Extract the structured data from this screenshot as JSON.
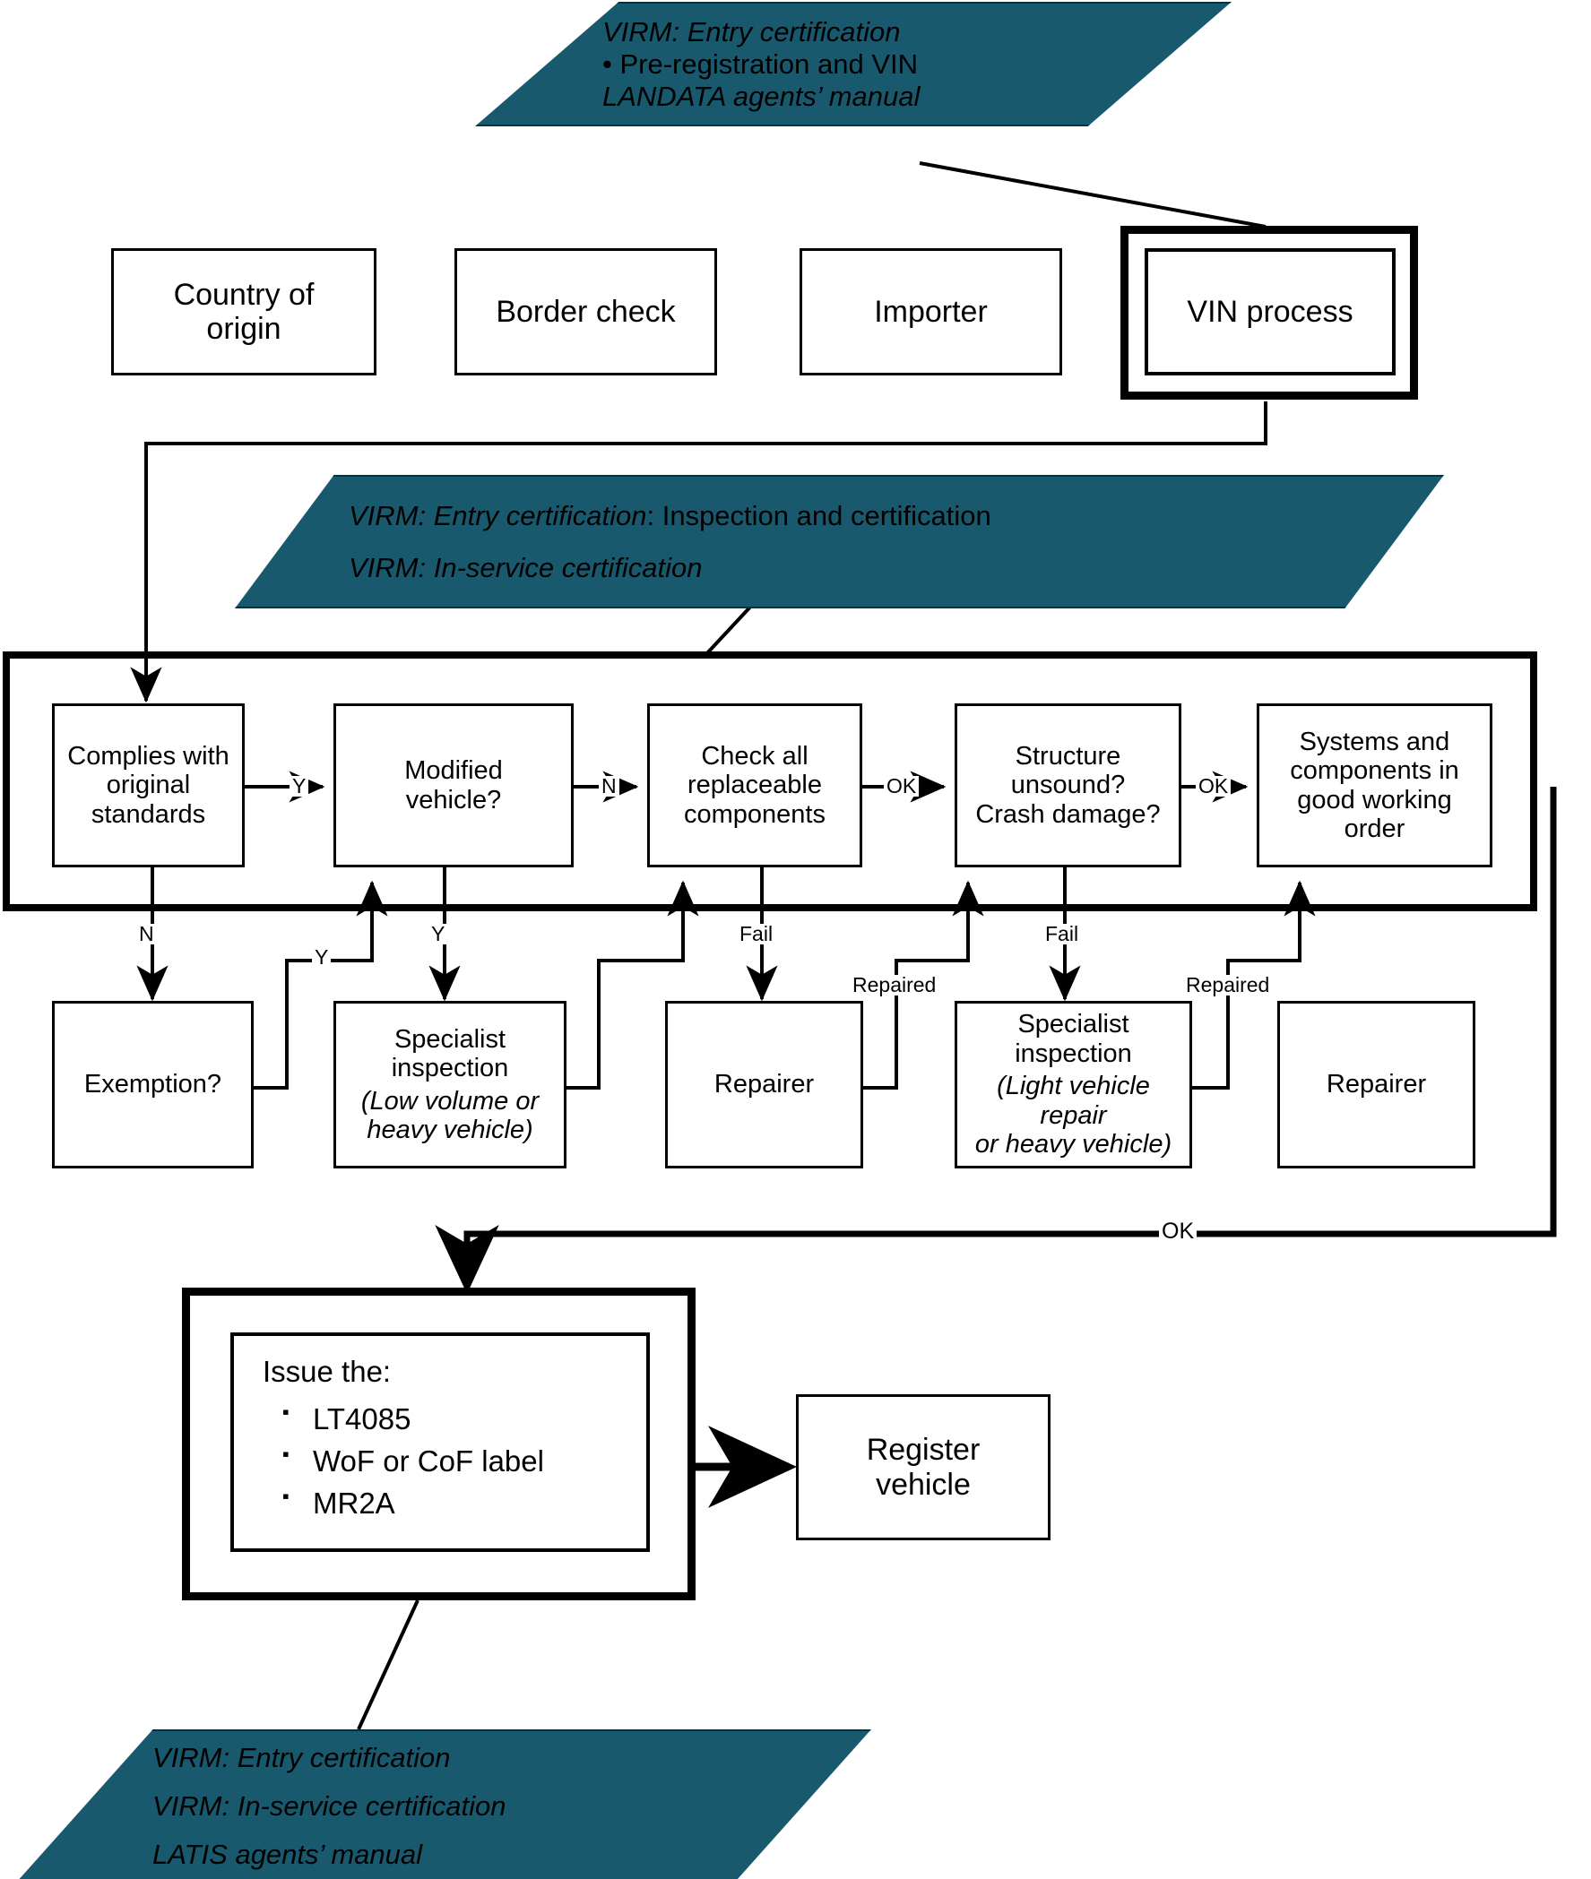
{
  "theme": {
    "teal": "#19596e",
    "teal_border": "#0c2f3b",
    "line": "#000000",
    "bg": "#ffffff"
  },
  "reference_top": {
    "name": "virm-entry-certification-reference",
    "lines": [
      {
        "kind": "italic",
        "text": "VIRM: Entry certification"
      },
      {
        "kind": "bullet",
        "text": "Pre-registration and VIN"
      },
      {
        "kind": "italic",
        "text": "LANDATA agents’ manual"
      }
    ]
  },
  "reference_mid": {
    "name": "virm-inspection-certification-reference",
    "lines": [
      {
        "kind": "italic_mixed",
        "italic": "VIRM: Entry certification",
        "roman": ": Inspection and certification"
      },
      {
        "kind": "italic",
        "text": "VIRM: In-service certification"
      }
    ]
  },
  "reference_bottom": {
    "name": "virm-latis-reference",
    "lines": [
      {
        "kind": "italic",
        "text": "VIRM: Entry certification"
      },
      {
        "kind": "italic",
        "text": "VIRM: In-service certification"
      },
      {
        "kind": "italic",
        "text": "LATIS agents’ manual"
      }
    ]
  },
  "top_row": {
    "boxes": [
      {
        "id": "country-of-origin",
        "text": "Country of\norigin"
      },
      {
        "id": "border-check",
        "text": "Border check"
      },
      {
        "id": "importer",
        "text": "Importer"
      },
      {
        "id": "vin-process",
        "text": "VIN process"
      }
    ]
  },
  "inspection_row": {
    "boxes": [
      {
        "id": "complies-with-original-standards",
        "text": "Complies with\noriginal\nstandards"
      },
      {
        "id": "modified-vehicle",
        "text": "Modified\nvehicle?"
      },
      {
        "id": "check-all-replaceable-components",
        "text": "Check all\nreplaceable\ncomponents"
      },
      {
        "id": "structure-unsound-crash-damage",
        "text": "Structure\nunsound?\nCrash damage?"
      },
      {
        "id": "systems-and-components",
        "text": "Systems and\ncomponents in\ngood working\norder"
      }
    ]
  },
  "remediation_row": {
    "boxes": [
      {
        "id": "exemption",
        "text": "Exemption?",
        "note": ""
      },
      {
        "id": "specialist-inspection-low-volume",
        "text": "Specialist\ninspection",
        "note": "(Low volume or\nheavy vehicle)"
      },
      {
        "id": "repairer-1",
        "text": "Repairer",
        "note": ""
      },
      {
        "id": "specialist-inspection-light-vehicle",
        "text": "Specialist\ninspection",
        "note": "(Light vehicle repair\nor heavy vehicle)"
      },
      {
        "id": "repairer-2",
        "text": "Repairer",
        "note": ""
      }
    ]
  },
  "issue_box": {
    "id": "issue-documents",
    "header": "Issue the:",
    "items": [
      "LT4085",
      "WoF or CoF label",
      "MR2A"
    ]
  },
  "register_box": {
    "id": "register-vehicle",
    "text": "Register\nvehicle"
  },
  "edge_labels": {
    "complies_to_modified": "Y",
    "modified_to_check": "N",
    "check_to_structure": "OK",
    "structure_to_systems": "OK",
    "complies_fail": "N",
    "exemption_yes": "Y",
    "modified_yes": "Y",
    "check_fail": "Fail",
    "repairer1_repaired": "Repaired",
    "structure_fail": "Fail",
    "repairer2_repaired": "Repaired",
    "systems_ok": "OK"
  }
}
